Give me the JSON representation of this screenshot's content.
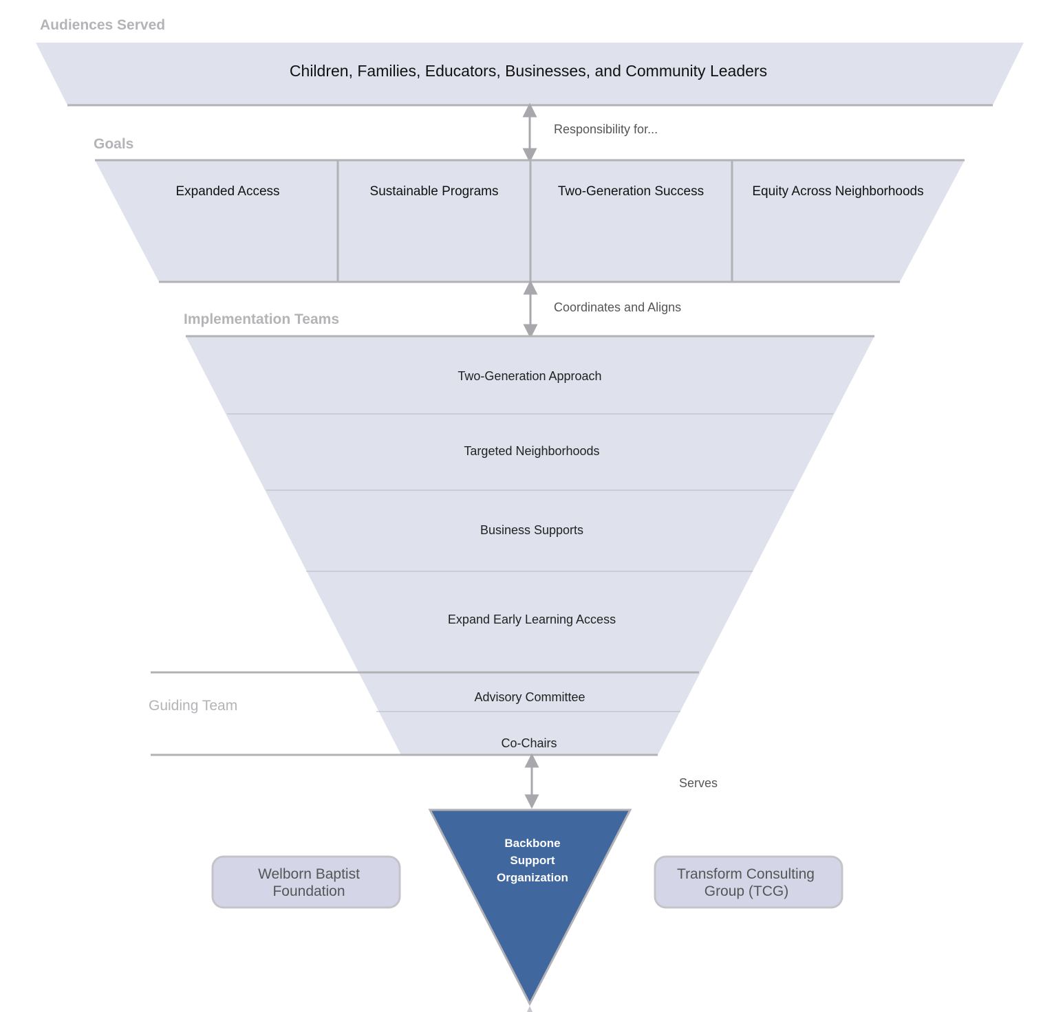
{
  "sections": {
    "audiences": "Audiences Served",
    "goals": "Goals",
    "teams": "Implementation Teams",
    "guiding": "Guiding Team"
  },
  "audiences_text": "Children, Families, Educators, Businesses, and Community Leaders",
  "goals": [
    "Expanded Access",
    "Sustainable Programs",
    "Two-Generation Success",
    "Equity Across Neighborhoods"
  ],
  "teams": [
    "Two-Generation Approach",
    "Targeted Neighborhoods",
    "Business Supports",
    "Expand Early Learning Access"
  ],
  "guiding": [
    "Advisory Committee",
    "Co-Chairs"
  ],
  "relations": {
    "responsibility": "Responsibility for...",
    "coordinates": "Coordinates and Aligns",
    "serves": "Serves"
  },
  "backbone": [
    "Backbone",
    "Support",
    "Organization"
  ],
  "partners": {
    "left": [
      "Welborn Baptist",
      "Foundation"
    ],
    "right": [
      "Transform Consulting",
      "Group (TCG)"
    ]
  },
  "colors": {
    "panel_fill": "#dfe2ed",
    "line": "#b2b2b6",
    "backbone_fill": "#40679e",
    "partner_fill": "#d4d6e8",
    "label_gray": "#b4b4b8"
  }
}
